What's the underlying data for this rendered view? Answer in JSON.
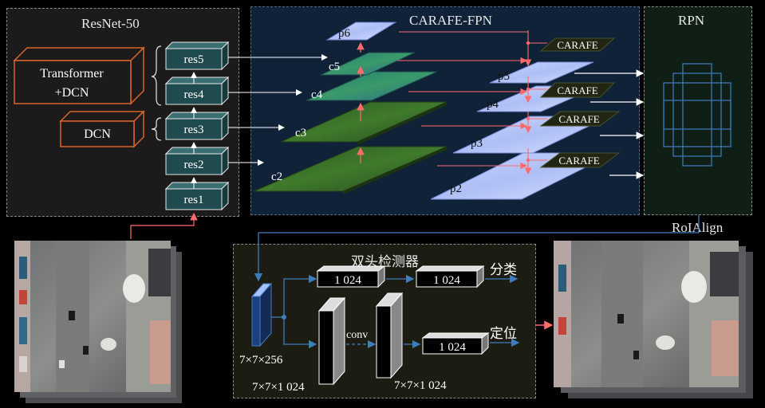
{
  "resnet": {
    "title": "ResNet-50",
    "blocks": [
      "res5",
      "res4",
      "res3",
      "res2",
      "res1"
    ],
    "transformer_label_1": "Transformer",
    "transformer_label_2": "+DCN",
    "dcn_label": "DCN"
  },
  "fpn": {
    "title": "CARAFE-FPN",
    "c_labels": [
      "c5",
      "c4",
      "c3",
      "c2"
    ],
    "p_labels": [
      "p6",
      "p5",
      "p4",
      "p3",
      "p2"
    ],
    "carafe_label": "CARAFE"
  },
  "rpn": {
    "title": "RPN"
  },
  "roialign": "RoIAlign",
  "detector": {
    "title": "双头检测器",
    "input_dim": "7×7×256",
    "fc1": "1 024",
    "fc2": "1 024",
    "conv_out1": "7×7×1 024",
    "conv_label": "conv",
    "conv_out2": "7×7×1 024",
    "fc3": "1 024",
    "classify": "分类",
    "locate": "定位"
  },
  "colors": {
    "accent": "#ff6a6a",
    "arrow": "#3c7dc0",
    "resblock": "#1f4a4e"
  }
}
